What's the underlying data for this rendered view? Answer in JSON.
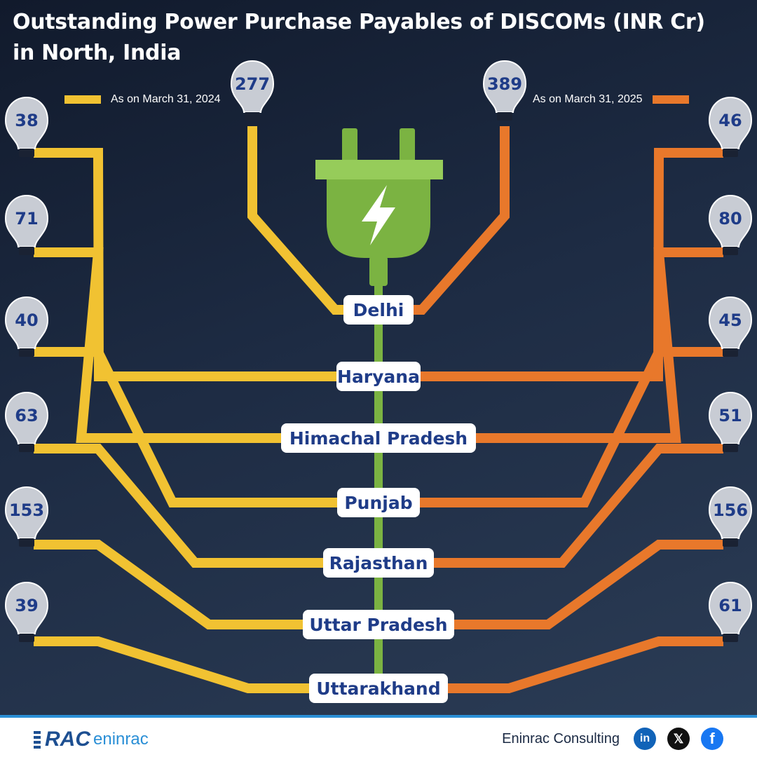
{
  "title_line1": "Outstanding Power Purchase Payables of DISCOMs (INR Cr)",
  "title_line2": "in North, India",
  "chart_data": {
    "type": "bar",
    "title": "Outstanding Power Purchase Payables of DISCOMs (INR Cr) in North, India",
    "categories": [
      "Delhi",
      "Haryana",
      "Himachal Pradesh",
      "Punjab",
      "Rajasthan",
      "Uttar Pradesh",
      "Uttarakhand"
    ],
    "series": [
      {
        "name": "As on March 31, 2024",
        "values": [
          277,
          38,
          71,
          40,
          63,
          153,
          39
        ],
        "color": "#f1c232"
      },
      {
        "name": "As on March 31, 2025",
        "values": [
          389,
          46,
          80,
          45,
          51,
          156,
          61
        ],
        "color": "#e8782b"
      }
    ]
  },
  "colors": {
    "line_2024": "#f1c232",
    "line_2025": "#e8782b",
    "plug": "#7bb342",
    "plug_light": "#96cc5a",
    "bulb": "#c8ccd4",
    "value_text": "#1f3c88",
    "label_text": "#1f3c88"
  },
  "footer": {
    "brand_mark": "RAC",
    "brand_name": "eninrac",
    "company": "Eninrac Consulting",
    "social": [
      "in",
      "𝕏",
      "f"
    ]
  }
}
